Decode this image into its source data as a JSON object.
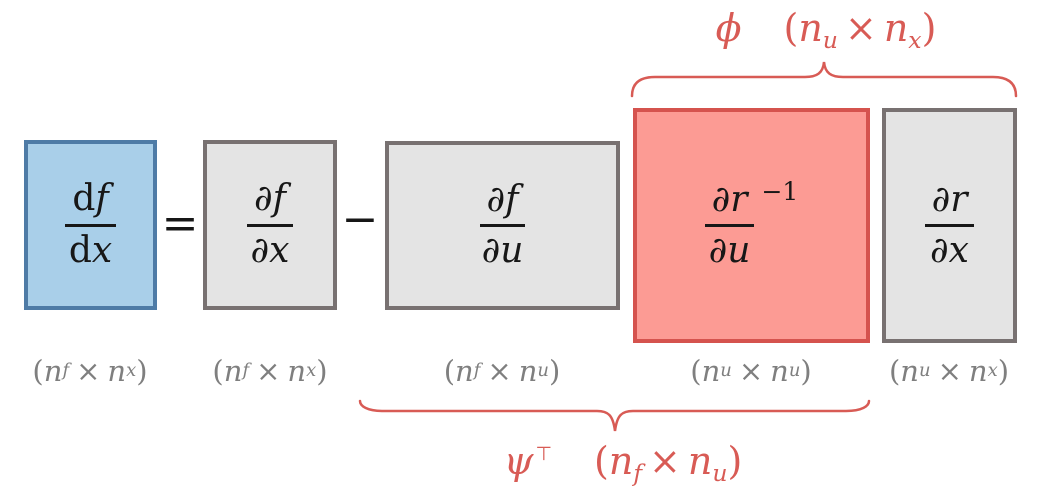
{
  "colors": {
    "blue_fill": "#a9cfe9",
    "blue_border": "#4e7ba6",
    "gray_fill": "#e4e4e4",
    "gray_border": "#787171",
    "red_fill": "#fc9b94",
    "red_border": "#d5534e",
    "annotation_red": "#d85b55",
    "dim_gray": "#7f7f7f",
    "math_black": "#171717"
  },
  "tokens": {
    "open_paren": "(",
    "close_paren": ")",
    "times": "×",
    "n": "n"
  },
  "operators": {
    "equals": "=",
    "minus": "−"
  },
  "boxes": [
    {
      "name": "total-derivative-df-dx",
      "num_op": "d",
      "num_var": "f",
      "den_op": "d",
      "den_var": "x",
      "dim_sub1": "f",
      "dim_sub2": "x"
    },
    {
      "name": "partial-df-dx",
      "num_op": "∂",
      "num_var": "f",
      "den_op": "∂",
      "den_var": "x",
      "dim_sub1": "f",
      "dim_sub2": "x"
    },
    {
      "name": "partial-df-du",
      "num_op": "∂",
      "num_var": "f",
      "den_op": "∂",
      "den_var": "u",
      "dim_sub1": "f",
      "dim_sub2": "u"
    },
    {
      "name": "partial-dr-du-inverse",
      "num_op": "∂",
      "num_var": "r",
      "den_op": "∂",
      "den_var": "u",
      "sup": "−1",
      "dim_sub1": "u",
      "dim_sub2": "u"
    },
    {
      "name": "partial-dr-dx",
      "num_op": "∂",
      "num_var": "r",
      "den_op": "∂",
      "den_var": "x",
      "dim_sub1": "u",
      "dim_sub2": "x"
    }
  ],
  "annotations": {
    "phi": {
      "symbol": "ϕ",
      "dim_sub1": "u",
      "dim_sub2": "x"
    },
    "psi": {
      "symbol": "ψ",
      "sup": "⊤",
      "dim_sub1": "f",
      "dim_sub2": "u"
    }
  }
}
